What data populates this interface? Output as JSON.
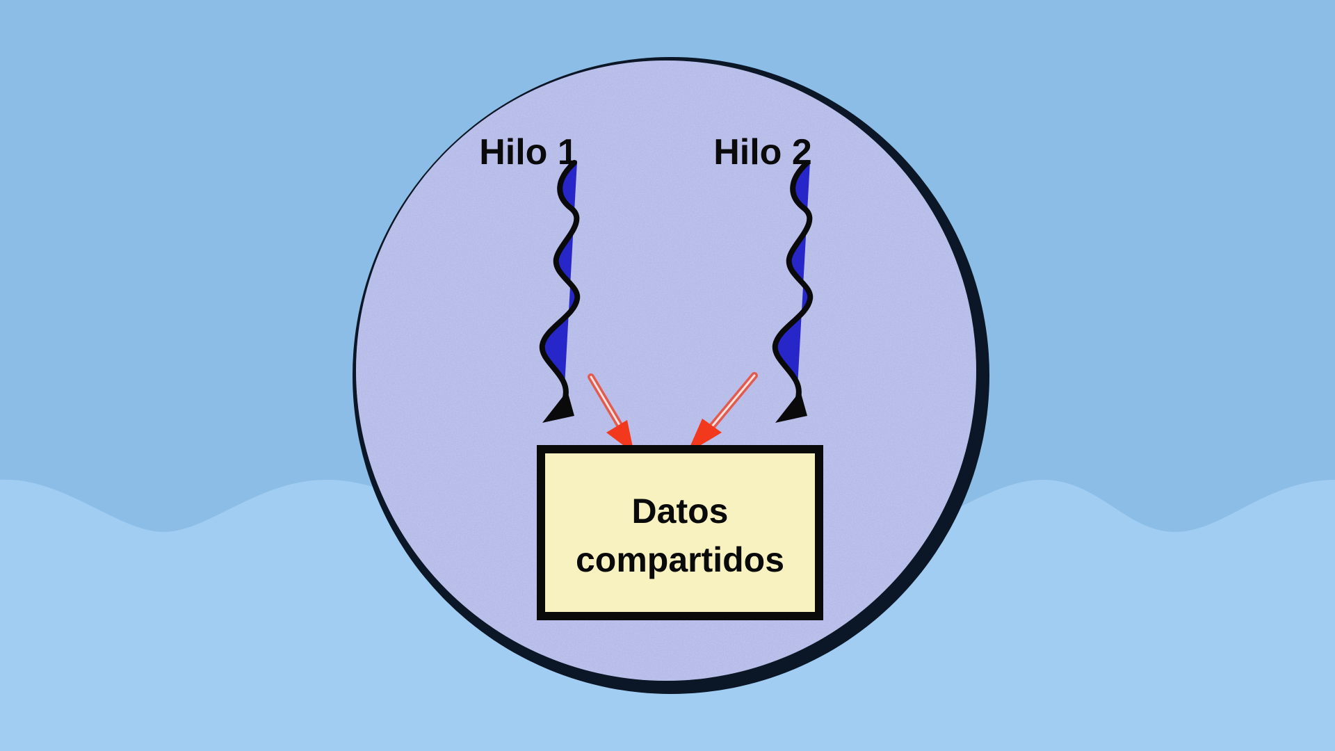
{
  "diagram": {
    "threads": [
      {
        "label": "Hilo 1"
      },
      {
        "label": "Hilo 2"
      }
    ],
    "shared_data": {
      "line1": "Datos",
      "line2": "compartidos"
    },
    "colors": {
      "background": "#8bbde6",
      "wave": "#a2cdf2",
      "circle_fill": "#bcc8ec",
      "circle_border": "#0b1626",
      "thread_fill": "#2727c9",
      "box_fill": "#f7f2c0",
      "box_border": "#0a0a0a",
      "access_arrow": "#f2391d"
    }
  }
}
